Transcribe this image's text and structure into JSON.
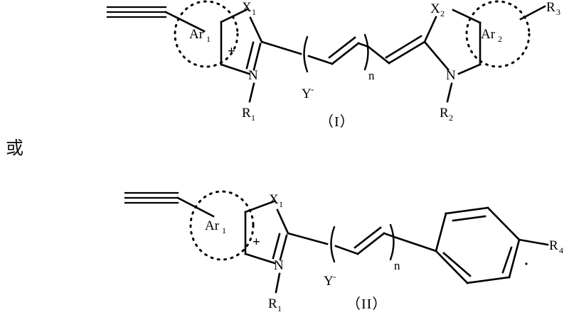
{
  "document": {
    "kind": "chemical-structure-figure",
    "conjunction": "或",
    "background_color": "#ffffff",
    "ink_color": "#000000"
  },
  "structures": [
    {
      "id": "formula-1",
      "tag": "（I）",
      "description": "Symmetric cyanine dye cation with terminal alkyne on Ar1 and counterion Y-",
      "labels": {
        "ar1": "Ar",
        "ar1_sub": "1",
        "ar2": "Ar",
        "ar2_sub": "2",
        "x1": "X",
        "x1_sub": "1",
        "x2": "X",
        "x2_sub": "2",
        "n1": "N",
        "n2": "N",
        "r1": "R",
        "r1_sub": "1",
        "r2": "R",
        "r2_sub": "2",
        "r3": "R",
        "r3_sub": "3",
        "charge": "+",
        "counterion": "Y",
        "counterion_charge": "-",
        "repeat": "n"
      }
    },
    {
      "id": "formula-2",
      "tag": "（II）",
      "description": "Hemicyanine dye cation with terminal alkyne on Ar1, para-substituted benzene bearing R4, counterion Y-",
      "labels": {
        "ar1": "Ar",
        "ar1_sub": "1",
        "x1": "X",
        "x1_sub": "1",
        "n1": "N",
        "r1": "R",
        "r1_sub": "1",
        "r4": "R",
        "r4_sub": "4",
        "charge": "+",
        "counterion": "Y",
        "counterion_charge": "-",
        "repeat": "n"
      }
    }
  ]
}
